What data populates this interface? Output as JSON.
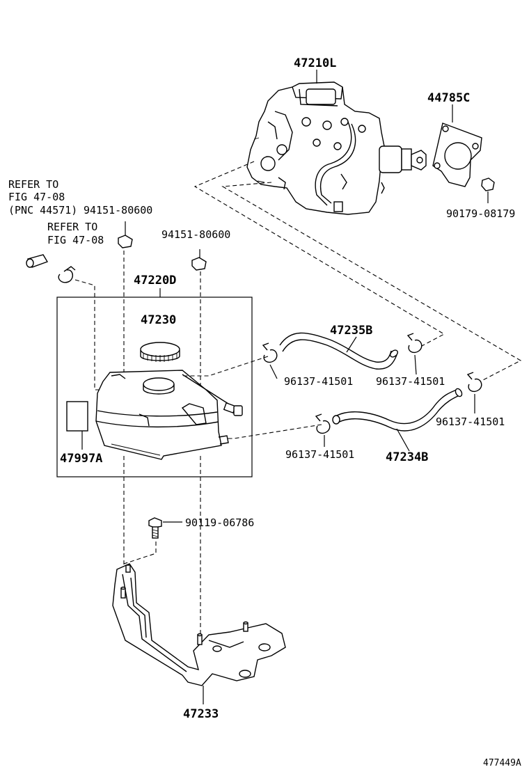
{
  "labels": {
    "booster_assy": "47210L",
    "gasket": "44785C",
    "bolt_top": "90179-08179",
    "refer_1_line1": "REFER TO",
    "refer_1_line2": "FIG 47-08",
    "refer_1_line3": "(PNC 44571)",
    "clip_a": "94151-80600",
    "refer_2_line1": "REFER TO",
    "refer_2_line2": "FIG 47-08",
    "clip_b": "94151-80600",
    "reservoir_assy": "47220D",
    "cap": "47230",
    "hose_upper": "47235B",
    "clamp_1": "96137-41501",
    "clamp_2": "96137-41501",
    "clamp_3": "96137-41501",
    "clamp_4": "96137-41501",
    "hose_lower": "47234B",
    "label_plate": "47997A",
    "bolt_bracket": "90119-06786",
    "bracket": "47233",
    "figure_id": "477449A"
  }
}
